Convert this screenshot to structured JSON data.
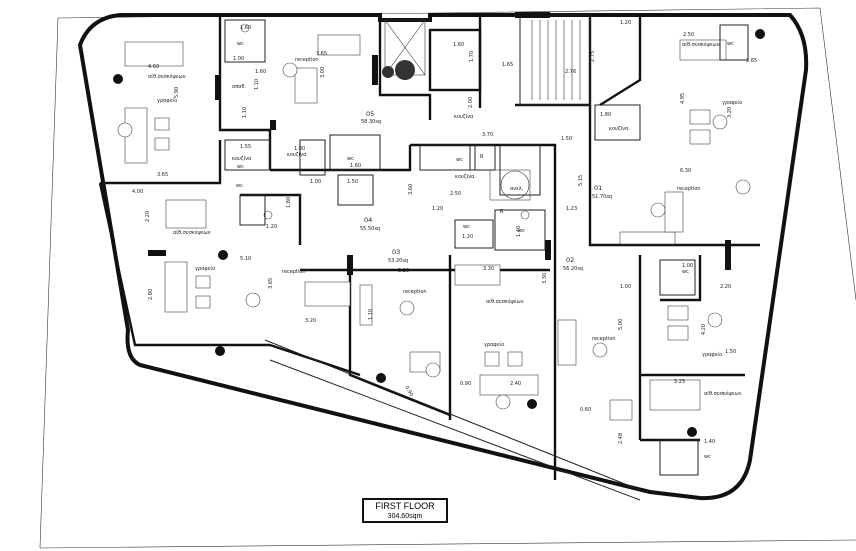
{
  "plan": {
    "title": "FIRST FLOOR",
    "area": "304.60sqm"
  },
  "units": [
    {
      "number": "05",
      "area": "58.30sq"
    },
    {
      "number": "04",
      "area": "55.50sq"
    },
    {
      "number": "03",
      "area": "53.20sq"
    },
    {
      "number": "02",
      "area": "56.20sq"
    },
    {
      "number": "01",
      "area": "51.70sq"
    }
  ],
  "rooms": {
    "reception": "reception",
    "office": "γραφείο",
    "meeting": "αίθ.συσκέψεων",
    "kitchen": "κουζίνα",
    "storage": "αποθ.",
    "wc": "wc",
    "lift": "ανελ.",
    "duct": "R"
  },
  "dimensions": {
    "d_4_60": "4.60",
    "d_5_90": "5.90",
    "d_3_65": "3.65",
    "d_1_60": "1.60",
    "d_3_00": "3.00",
    "d_1_00": "1.00",
    "d_1_10": "1.10",
    "d_1_55": "1.55",
    "d_4_00": "4.00",
    "d_2_20": "2.20",
    "d_5_10": "5.10",
    "d_2_80": "2.80",
    "d_3_20": "3.20",
    "d_1_80": "1.80",
    "d_1_50": "1.50",
    "d_1_20": "1.20",
    "d_2_50": "2.50",
    "d_3_60": "3.60",
    "d_3_70": "3.70",
    "d_2_00": "2.00",
    "d_1_65": "1.65",
    "d_1_70": "1.70",
    "d_2_76": "2.76",
    "d_2_75": "2.75",
    "d_1_23": "1.23",
    "d_5_15": "5.15",
    "d_6_30": "6.30",
    "d_2_65": "2.65",
    "d_4_95": "4.95",
    "d_3_30": "3.30",
    "d_5_00": "5.00",
    "d_4_20": "4.20",
    "d_3_25": "3.25",
    "d_2_40": "2.40",
    "d_0_60": "0.60",
    "d_0_90": "0.90",
    "d_2_48": "2.48",
    "d_1_40": "1.40",
    "d_5_00b": "5.00"
  }
}
